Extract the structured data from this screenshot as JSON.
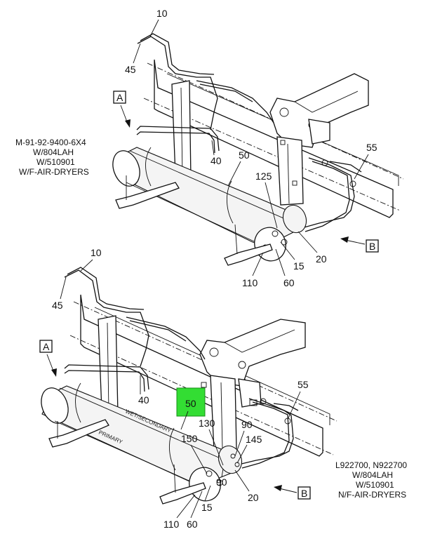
{
  "views": {
    "top": {
      "note_lines": [
        "M-91-92-9400-6X4",
        "W/804LAH",
        "W/510901",
        "W/F-AIR-DRYERS"
      ],
      "view_a": "A",
      "view_b": "B",
      "callouts": [
        "10",
        "45",
        "40",
        "50",
        "125",
        "55",
        "20",
        "15",
        "60",
        "110"
      ]
    },
    "bottom": {
      "note_lines": [
        "L922700, N922700",
        "W/804LAH",
        "W/510901",
        "N/F-AIR-DRYERS"
      ],
      "view_a": "A",
      "view_b": "B",
      "callouts": [
        "10",
        "45",
        "40",
        "50",
        "130",
        "90",
        "145",
        "150",
        "55",
        "20",
        "90",
        "15",
        "60",
        "110"
      ],
      "highlighted_callout": "50",
      "tank_labels": [
        "WET/SECONDARY",
        "PRIMARY"
      ]
    }
  },
  "colors": {
    "highlight": "#33dd33",
    "line": "#111111"
  }
}
